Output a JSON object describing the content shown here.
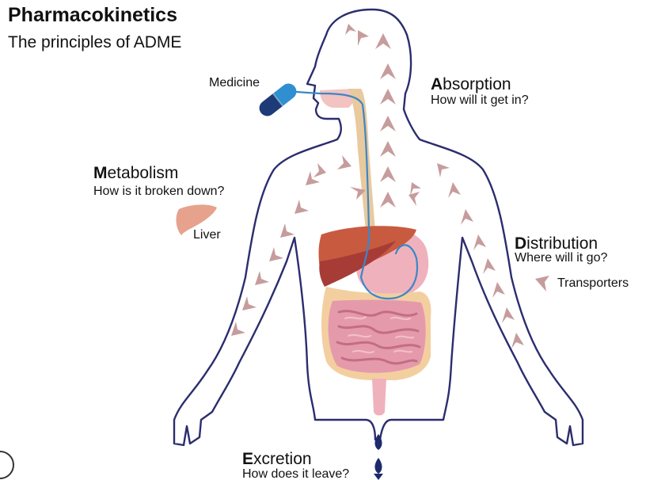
{
  "title": "Pharmacokinetics",
  "subtitle": "The principles of ADME",
  "labels": {
    "medicine": "Medicine",
    "liver": "Liver",
    "transporters": "Transporters"
  },
  "stages": {
    "absorption": {
      "initial": "A",
      "rest": "bsorption",
      "question": "How will it get in?"
    },
    "metabolism": {
      "initial": "M",
      "rest": "etabolism",
      "question": "How is it broken down?"
    },
    "distribution": {
      "initial": "D",
      "rest": "istribution",
      "question": "Where will it go?"
    },
    "excretion": {
      "initial": "E",
      "rest": "xcretion",
      "question": "How does it leave?"
    }
  },
  "colors": {
    "body_outline": "#2b2d6e",
    "arrow": "#c79c9c",
    "liver": "#c85a40",
    "liver_dark": "#a73c37",
    "stomach": "#efb2bd",
    "intestine": "#e59aab",
    "large_intestine": "#f3cfa0",
    "esophagus": "#e9c99e",
    "capsule_light": "#2f8fd0",
    "capsule_dark": "#1d3b76",
    "drug_path": "#3a87c8"
  },
  "icons": [
    "capsule-icon",
    "liver-icon",
    "transporter-arrow-icon",
    "down-arrow-icon"
  ]
}
